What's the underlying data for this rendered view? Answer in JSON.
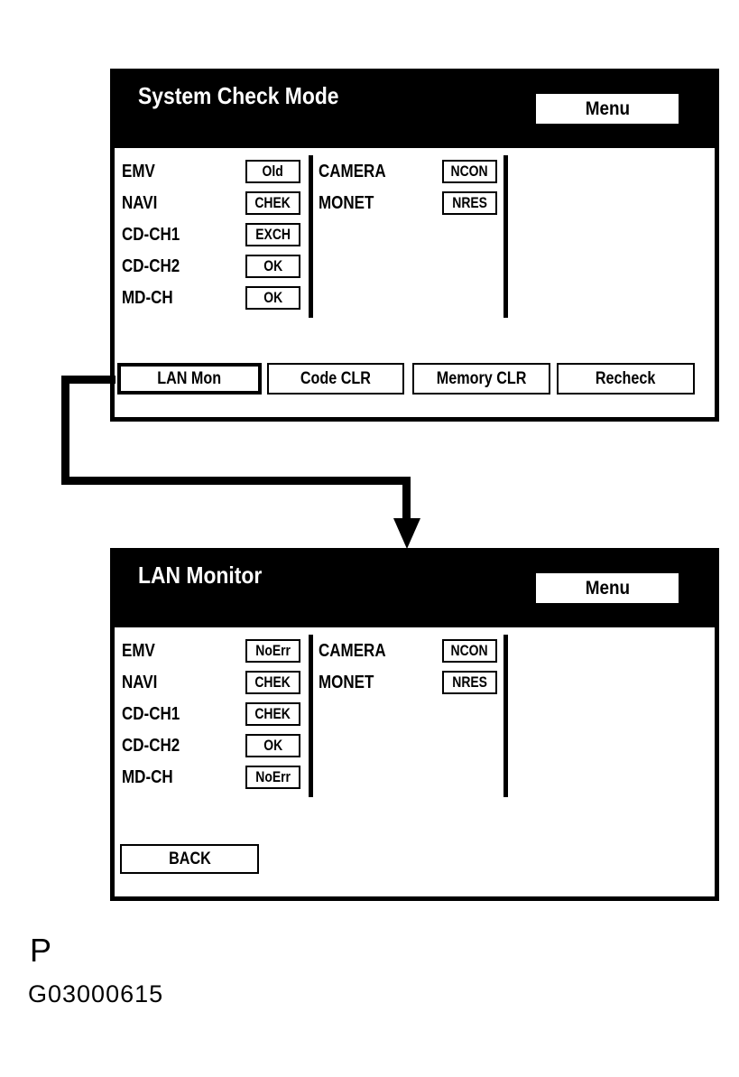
{
  "figure": {
    "section_label": "P",
    "figure_code": "G03000615"
  },
  "colors": {
    "ink": "#000000",
    "paper": "#ffffff"
  },
  "screens": [
    {
      "title": "System Check Mode",
      "menu_button": "Menu",
      "columns": [
        {
          "rows": [
            {
              "label": "EMV",
              "value": "Old"
            },
            {
              "label": "NAVI",
              "value": "CHEK"
            },
            {
              "label": "CD-CH1",
              "value": "EXCH"
            },
            {
              "label": "CD-CH2",
              "value": "OK"
            },
            {
              "label": "MD-CH",
              "value": "OK"
            }
          ]
        },
        {
          "rows": [
            {
              "label": "CAMERA",
              "value": "NCON"
            },
            {
              "label": "MONET",
              "value": "NRES"
            }
          ]
        }
      ],
      "buttons": [
        {
          "label": "LAN Mon",
          "selected": true
        },
        {
          "label": "Code CLR",
          "selected": false
        },
        {
          "label": "Memory CLR",
          "selected": false
        },
        {
          "label": "Recheck",
          "selected": false
        }
      ]
    },
    {
      "title": "LAN Monitor",
      "menu_button": "Menu",
      "columns": [
        {
          "rows": [
            {
              "label": "EMV",
              "value": "NoErr"
            },
            {
              "label": "NAVI",
              "value": "CHEK"
            },
            {
              "label": "CD-CH1",
              "value": "CHEK"
            },
            {
              "label": "CD-CH2",
              "value": "OK"
            },
            {
              "label": "MD-CH",
              "value": "NoErr"
            }
          ]
        },
        {
          "rows": [
            {
              "label": "CAMERA",
              "value": "NCON"
            },
            {
              "label": "MONET",
              "value": "NRES"
            }
          ]
        }
      ],
      "buttons": [
        {
          "label": "BACK",
          "selected": false
        }
      ]
    }
  ],
  "arrow": {
    "from": "LAN Mon",
    "to": "LAN Monitor"
  }
}
